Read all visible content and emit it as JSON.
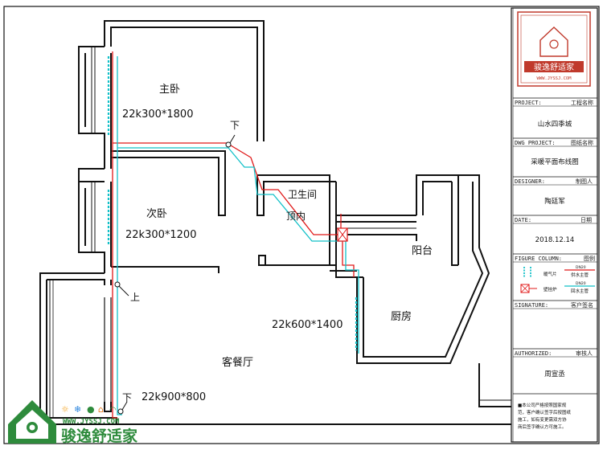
{
  "rooms": {
    "master": {
      "name": "主卧",
      "radiator": "22k300*1800"
    },
    "second": {
      "name": "次卧",
      "radiator": "22k300*1200"
    },
    "bath": {
      "name": "卫生间",
      "ceiling": "顶内"
    },
    "balcony": {
      "name": "阳台"
    },
    "kitchen": {
      "name": "厨房"
    },
    "living": {
      "name": "客餐厅",
      "radiator_upper": "22k600*1400",
      "radiator_lower": "22k900*800"
    }
  },
  "markers": {
    "down1": "下",
    "up": "上",
    "down2": "下"
  },
  "title_block": {
    "project_label": "PROJECT:",
    "project_cn": "工程名称",
    "project_value": "山水四季城",
    "dwg_label": "DWG PROJECT:",
    "dwg_cn": "图纸名称",
    "dwg_value": "采暖平面布线图",
    "designer_label": "DESIGNER:",
    "designer_cn": "制图人",
    "designer_value": "陶廷军",
    "date_label": "DATE:",
    "date_cn": "日期",
    "date_value": "2018.12.14",
    "figure_label": "FIGURE COLUMN:",
    "figure_cn": "图例",
    "legend": {
      "radiator": "暖气片",
      "supply": "供水主管",
      "manifold": "壁挂炉",
      "return": "回水主管",
      "supply_code": "DN20",
      "return_code": "DN20"
    },
    "signature_label": "SIGNATURE:",
    "signature_cn": "客户签名",
    "authorized_label": "AUTHORIZED:",
    "authorized_cn": "审核人",
    "authorized_value": "周宣丞",
    "notes": [
      "■本公司严格按照国家规",
      "范，客户确认签字后按图纸",
      "施工，如有变更需双方协",
      "商后签字确认方可施工。"
    ]
  },
  "logo": {
    "url": "WWW.JYSSJ.COM",
    "name": "骏逸舒适家",
    "url_small": "WWW.JYSSJ.COM",
    "name_small": "骏逸舒适家"
  },
  "colors": {
    "supply": "#e01818",
    "return": "#12c0c8",
    "wall": "#111111",
    "logo_green": "#2e8b3c",
    "seal_red": "#c0392b"
  }
}
